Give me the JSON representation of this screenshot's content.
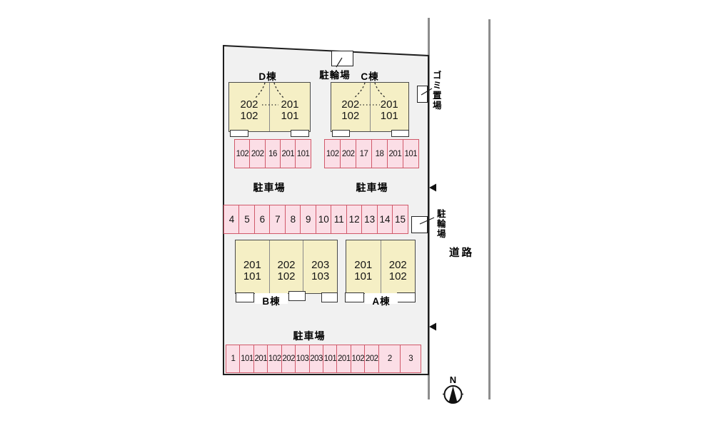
{
  "labels": {
    "parking": "駐車場",
    "bicycle": "駐輪場",
    "garbage": "ゴミ置場",
    "road": "道路",
    "north": "N"
  },
  "buildings": [
    {
      "id": "D",
      "name": "D棟",
      "units": [
        {
          "upper": "202",
          "lower": "102"
        },
        {
          "upper": "201",
          "lower": "101"
        }
      ]
    },
    {
      "id": "C",
      "name": "C棟",
      "units": [
        {
          "upper": "202",
          "lower": "102"
        },
        {
          "upper": "201",
          "lower": "101"
        }
      ]
    },
    {
      "id": "B",
      "name": "B棟",
      "units": [
        {
          "upper": "201",
          "lower": "101"
        },
        {
          "upper": "202",
          "lower": "102"
        },
        {
          "upper": "203",
          "lower": "103"
        }
      ]
    },
    {
      "id": "A",
      "name": "A棟",
      "units": [
        {
          "upper": "201",
          "lower": "101"
        },
        {
          "upper": "202",
          "lower": "102"
        }
      ]
    }
  ],
  "parking_rows": [
    {
      "id": "top-left",
      "stalls": [
        "102",
        "202",
        "16",
        "201",
        "101"
      ]
    },
    {
      "id": "top-right",
      "stalls": [
        "102",
        "202",
        "17",
        "18",
        "201",
        "101"
      ]
    },
    {
      "id": "middle",
      "stalls": [
        "4",
        "5",
        "6",
        "7",
        "8",
        "9",
        "10",
        "11",
        "12",
        "13",
        "14",
        "15"
      ]
    },
    {
      "id": "bottom",
      "stalls": [
        "1",
        "101",
        "201",
        "102",
        "202",
        "103",
        "203",
        "101",
        "201",
        "102",
        "202",
        "2",
        "3"
      ]
    }
  ],
  "colors": {
    "building_fill": "#f5efc5",
    "stall_fill": "#fbdee6",
    "stall_border": "#d0596a",
    "plot_fill": "#f1f1f1",
    "road_line": "#8d8d8d"
  }
}
